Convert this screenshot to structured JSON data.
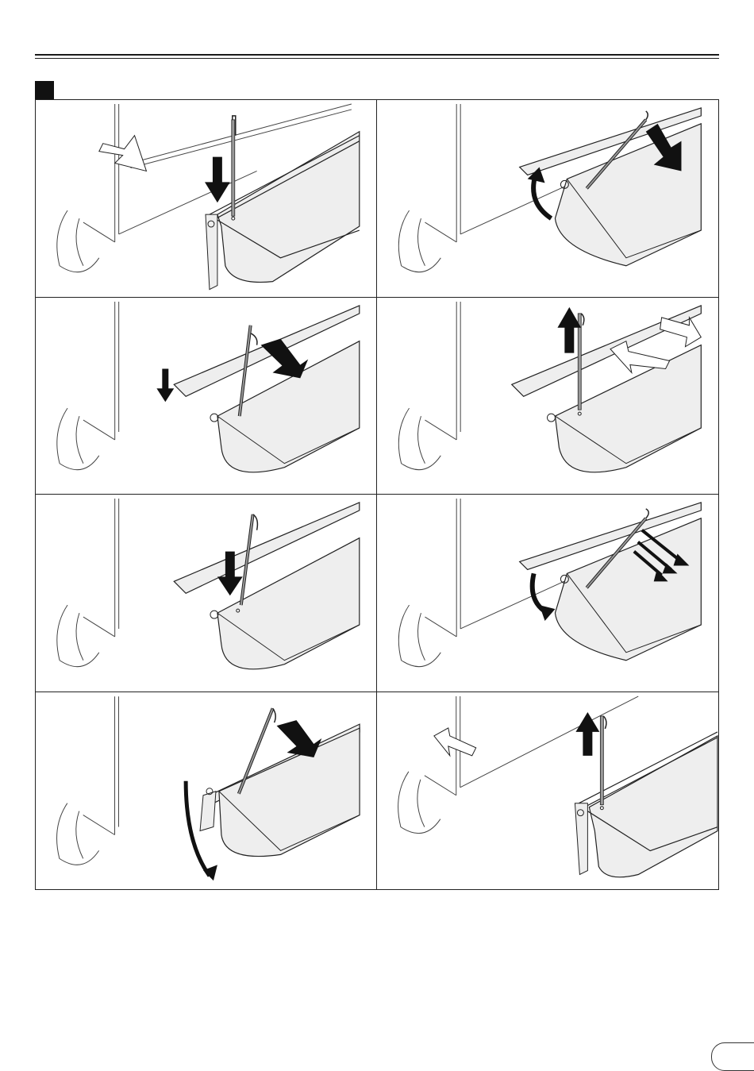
{
  "document": {
    "section_marker_color": "#111111",
    "steps": [
      {
        "id": "1",
        "arrows": [
          "hollow-arrow-right",
          "down-arrow"
        ]
      },
      {
        "id": "2",
        "arrows": [
          "rotate-arrow",
          "pull-arrow"
        ]
      },
      {
        "id": "3",
        "arrows": [
          "down-arrow",
          "push-arrow"
        ]
      },
      {
        "id": "4",
        "arrows": [
          "up-arrow",
          "hollow-arrow-left",
          "hollow-arrow-right"
        ]
      },
      {
        "id": "5",
        "arrows": [
          "down-arrow"
        ]
      },
      {
        "id": "6",
        "arrows": [
          "rotate-arrow",
          "pull-arrow"
        ]
      },
      {
        "id": "7",
        "arrows": [
          "push-arrow",
          "swing-down-arrow"
        ]
      },
      {
        "id": "8",
        "arrows": [
          "hollow-arrow-left",
          "up-arrow"
        ]
      }
    ],
    "fill_color": "#eeeeee",
    "line_color": "#222222"
  }
}
